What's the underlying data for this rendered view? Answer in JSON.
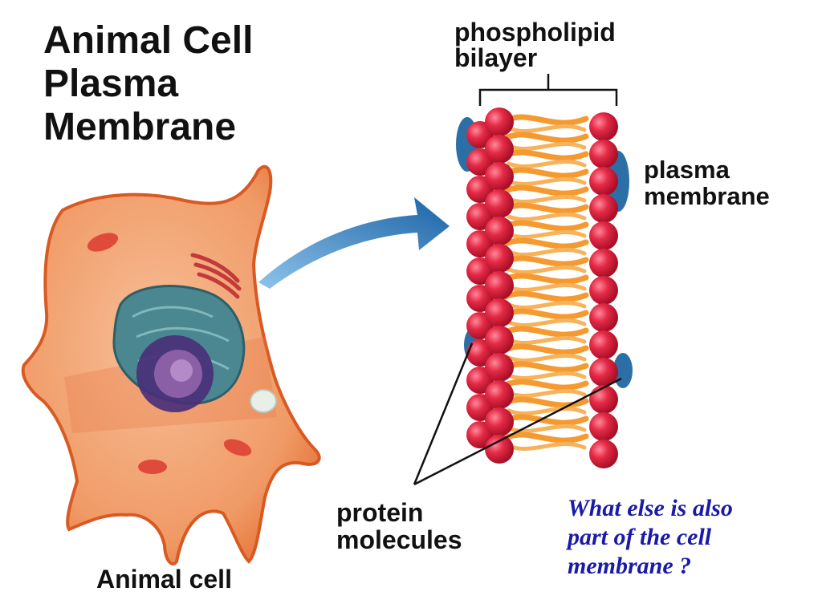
{
  "title": "Animal Cell\nPlasma\nMembrane",
  "labels": {
    "bilayer": "phospholipid\nbilayer",
    "plasma_membrane": "plasma\nmembrane",
    "protein": "protein\nmolecules",
    "cell": "Animal cell"
  },
  "question": "What else is also\npart of the cell\nmembrane ?",
  "colors": {
    "cell_body": "#f0a070",
    "cell_edge": "#e0622a",
    "nucleus": "#3f7f8a",
    "phospholipid_head": "#d81e3a",
    "lipid_tail": "#f59a30",
    "protein": "#2c6fa6",
    "arrow": "#1f6fb0",
    "question_text": "#1a1aa8"
  },
  "icons": [
    "animal-cell-illustration",
    "arrow-icon",
    "bilayer-illustration"
  ]
}
